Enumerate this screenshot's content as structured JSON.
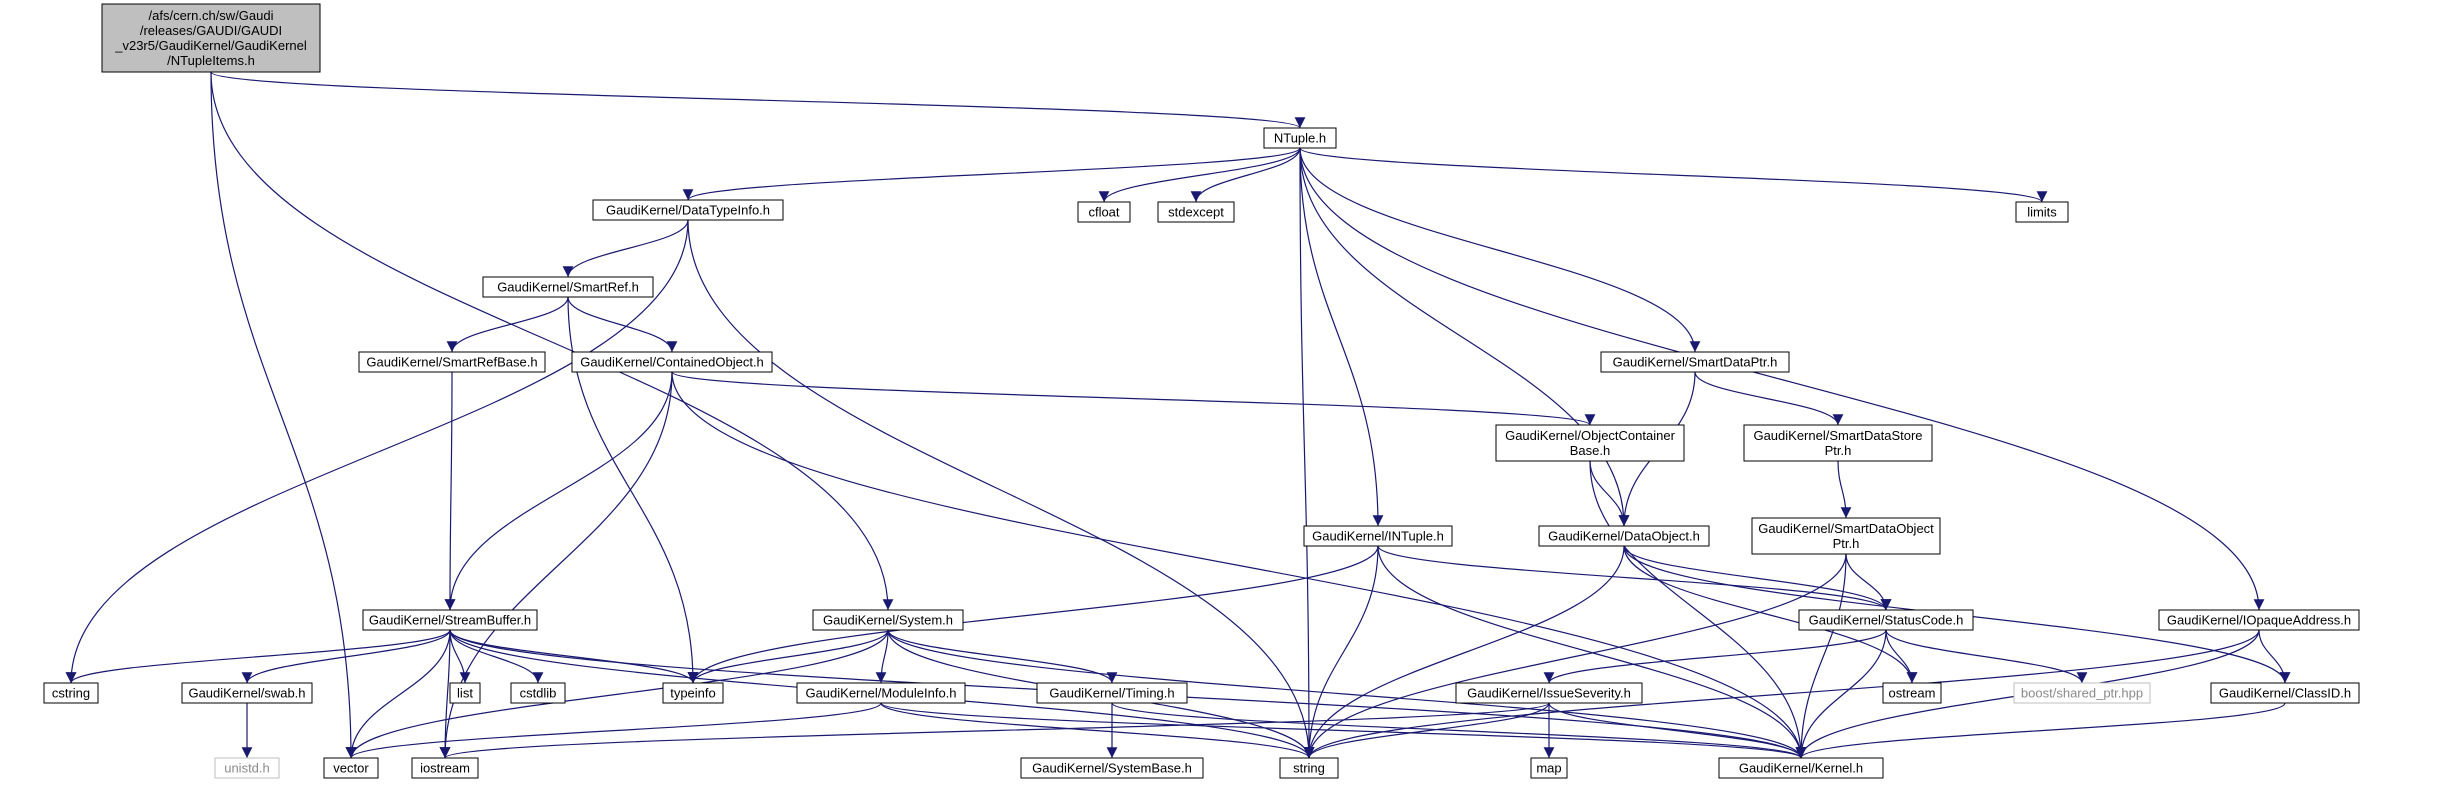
{
  "graph": {
    "nodes": [
      {
        "id": "ntupleitems",
        "lines": [
          "/afs/cern.ch/sw/Gaudi",
          "/releases/GAUDI/GAUDI",
          "_v23r5/GaudiKernel/GaudiKernel",
          "/NTupleItems.h"
        ],
        "style": "root"
      },
      {
        "id": "ntuple",
        "lines": [
          "NTuple.h"
        ],
        "style": "normal"
      },
      {
        "id": "datatypeinfo",
        "lines": [
          "GaudiKernel/DataTypeInfo.h"
        ],
        "style": "normal"
      },
      {
        "id": "cfloat",
        "lines": [
          "cfloat"
        ],
        "style": "normal"
      },
      {
        "id": "stdexcept",
        "lines": [
          "stdexcept"
        ],
        "style": "normal"
      },
      {
        "id": "limits",
        "lines": [
          "limits"
        ],
        "style": "normal"
      },
      {
        "id": "smartref",
        "lines": [
          "GaudiKernel/SmartRef.h"
        ],
        "style": "normal"
      },
      {
        "id": "smartrefbase",
        "lines": [
          "GaudiKernel/SmartRefBase.h"
        ],
        "style": "normal"
      },
      {
        "id": "containedobject",
        "lines": [
          "GaudiKernel/ContainedObject.h"
        ],
        "style": "normal"
      },
      {
        "id": "smartdataptr",
        "lines": [
          "GaudiKernel/SmartDataPtr.h"
        ],
        "style": "normal"
      },
      {
        "id": "smartdatastoreptr",
        "lines": [
          "GaudiKernel/SmartDataStore",
          "Ptr.h"
        ],
        "style": "normal"
      },
      {
        "id": "objectcontainerbase",
        "lines": [
          "GaudiKernel/ObjectContainer",
          "Base.h"
        ],
        "style": "normal"
      },
      {
        "id": "intuple",
        "lines": [
          "GaudiKernel/INTuple.h"
        ],
        "style": "normal"
      },
      {
        "id": "dataobject",
        "lines": [
          "GaudiKernel/DataObject.h"
        ],
        "style": "normal"
      },
      {
        "id": "smartdataobjectptr",
        "lines": [
          "GaudiKernel/SmartDataObject",
          "Ptr.h"
        ],
        "style": "normal"
      },
      {
        "id": "streambuffer",
        "lines": [
          "GaudiKernel/StreamBuffer.h"
        ],
        "style": "normal"
      },
      {
        "id": "system",
        "lines": [
          "GaudiKernel/System.h"
        ],
        "style": "normal"
      },
      {
        "id": "statuscode",
        "lines": [
          "GaudiKernel/StatusCode.h"
        ],
        "style": "normal"
      },
      {
        "id": "iopaqueaddress",
        "lines": [
          "GaudiKernel/IOpaqueAddress.h"
        ],
        "style": "normal"
      },
      {
        "id": "cstring",
        "lines": [
          "cstring"
        ],
        "style": "normal"
      },
      {
        "id": "swab",
        "lines": [
          "GaudiKernel/swab.h"
        ],
        "style": "normal"
      },
      {
        "id": "list",
        "lines": [
          "list"
        ],
        "style": "normal"
      },
      {
        "id": "cstdlib",
        "lines": [
          "cstdlib"
        ],
        "style": "normal"
      },
      {
        "id": "typeinfo",
        "lines": [
          "typeinfo"
        ],
        "style": "normal"
      },
      {
        "id": "moduleinfo",
        "lines": [
          "GaudiKernel/ModuleInfo.h"
        ],
        "style": "normal"
      },
      {
        "id": "timing",
        "lines": [
          "GaudiKernel/Timing.h"
        ],
        "style": "normal"
      },
      {
        "id": "issueseverity",
        "lines": [
          "GaudiKernel/IssueSeverity.h"
        ],
        "style": "normal"
      },
      {
        "id": "ostream",
        "lines": [
          "ostream"
        ],
        "style": "normal"
      },
      {
        "id": "boostsharedptr",
        "lines": [
          "boost/shared_ptr.hpp"
        ],
        "style": "external"
      },
      {
        "id": "classid",
        "lines": [
          "GaudiKernel/ClassID.h"
        ],
        "style": "normal"
      },
      {
        "id": "unistd",
        "lines": [
          "unistd.h"
        ],
        "style": "external"
      },
      {
        "id": "vector",
        "lines": [
          "vector"
        ],
        "style": "normal"
      },
      {
        "id": "iostream",
        "lines": [
          "iostream"
        ],
        "style": "normal"
      },
      {
        "id": "string",
        "lines": [
          "string"
        ],
        "style": "normal"
      },
      {
        "id": "systembase",
        "lines": [
          "GaudiKernel/SystemBase.h"
        ],
        "style": "normal"
      },
      {
        "id": "map",
        "lines": [
          "map"
        ],
        "style": "normal"
      },
      {
        "id": "kernel",
        "lines": [
          "GaudiKernel/Kernel.h"
        ],
        "style": "normal"
      }
    ],
    "edges": [
      {
        "from": "ntupleitems",
        "to": "ntuple"
      },
      {
        "from": "ntupleitems",
        "to": "system"
      },
      {
        "from": "ntupleitems",
        "to": "vector"
      },
      {
        "from": "ntuple",
        "to": "datatypeinfo"
      },
      {
        "from": "ntuple",
        "to": "cfloat"
      },
      {
        "from": "ntuple",
        "to": "stdexcept"
      },
      {
        "from": "ntuple",
        "to": "limits"
      },
      {
        "from": "ntuple",
        "to": "smartdataptr"
      },
      {
        "from": "ntuple",
        "to": "intuple"
      },
      {
        "from": "ntuple",
        "to": "dataobject"
      },
      {
        "from": "ntuple",
        "to": "iopaqueaddress"
      },
      {
        "from": "ntuple",
        "to": "string"
      },
      {
        "from": "datatypeinfo",
        "to": "smartref"
      },
      {
        "from": "datatypeinfo",
        "to": "cstring"
      },
      {
        "from": "datatypeinfo",
        "to": "string"
      },
      {
        "from": "smartref",
        "to": "smartrefbase"
      },
      {
        "from": "smartref",
        "to": "containedobject"
      },
      {
        "from": "smartref",
        "to": "typeinfo"
      },
      {
        "from": "smartrefbase",
        "to": "streambuffer"
      },
      {
        "from": "containedobject",
        "to": "streambuffer"
      },
      {
        "from": "containedobject",
        "to": "objectcontainerbase"
      },
      {
        "from": "containedobject",
        "to": "kernel"
      },
      {
        "from": "containedobject",
        "to": "iostream"
      },
      {
        "from": "smartdataptr",
        "to": "smartdatastoreptr"
      },
      {
        "from": "smartdataptr",
        "to": "dataobject"
      },
      {
        "from": "smartdatastoreptr",
        "to": "smartdataobjectptr"
      },
      {
        "from": "objectcontainerbase",
        "to": "dataobject"
      },
      {
        "from": "objectcontainerbase",
        "to": "kernel"
      },
      {
        "from": "intuple",
        "to": "statuscode"
      },
      {
        "from": "intuple",
        "to": "typeinfo"
      },
      {
        "from": "intuple",
        "to": "string"
      },
      {
        "from": "intuple",
        "to": "kernel"
      },
      {
        "from": "dataobject",
        "to": "statuscode"
      },
      {
        "from": "dataobject",
        "to": "classid"
      },
      {
        "from": "dataobject",
        "to": "ostream"
      },
      {
        "from": "dataobject",
        "to": "string"
      },
      {
        "from": "smartdataobjectptr",
        "to": "statuscode"
      },
      {
        "from": "smartdataobjectptr",
        "to": "kernel"
      },
      {
        "from": "smartdataobjectptr",
        "to": "string"
      },
      {
        "from": "streambuffer",
        "to": "cstring"
      },
      {
        "from": "streambuffer",
        "to": "swab"
      },
      {
        "from": "streambuffer",
        "to": "list"
      },
      {
        "from": "streambuffer",
        "to": "cstdlib"
      },
      {
        "from": "streambuffer",
        "to": "typeinfo"
      },
      {
        "from": "streambuffer",
        "to": "vector"
      },
      {
        "from": "streambuffer",
        "to": "iostream"
      },
      {
        "from": "streambuffer",
        "to": "string"
      },
      {
        "from": "streambuffer",
        "to": "kernel"
      },
      {
        "from": "system",
        "to": "typeinfo"
      },
      {
        "from": "system",
        "to": "moduleinfo"
      },
      {
        "from": "system",
        "to": "timing"
      },
      {
        "from": "system",
        "to": "vector"
      },
      {
        "from": "system",
        "to": "string"
      },
      {
        "from": "system",
        "to": "kernel"
      },
      {
        "from": "statuscode",
        "to": "issueseverity"
      },
      {
        "from": "statuscode",
        "to": "ostream"
      },
      {
        "from": "statuscode",
        "to": "boostsharedptr"
      },
      {
        "from": "statuscode",
        "to": "kernel"
      },
      {
        "from": "iopaqueaddress",
        "to": "classid"
      },
      {
        "from": "iopaqueaddress",
        "to": "kernel"
      },
      {
        "from": "iopaqueaddress",
        "to": "string"
      },
      {
        "from": "swab",
        "to": "unistd"
      },
      {
        "from": "moduleinfo",
        "to": "kernel"
      },
      {
        "from": "moduleinfo",
        "to": "string"
      },
      {
        "from": "moduleinfo",
        "to": "vector"
      },
      {
        "from": "timing",
        "to": "systembase"
      },
      {
        "from": "timing",
        "to": "kernel"
      },
      {
        "from": "issueseverity",
        "to": "kernel"
      },
      {
        "from": "issueseverity",
        "to": "string"
      },
      {
        "from": "issueseverity",
        "to": "map"
      },
      {
        "from": "issueseverity",
        "to": "iostream"
      },
      {
        "from": "classid",
        "to": "kernel"
      }
    ]
  },
  "colors": {
    "edge": "#191970",
    "node_border": "#000000",
    "root_fill": "#bfbfbf",
    "external_border": "#bfbfbf",
    "external_text": "#8a8a8a"
  }
}
